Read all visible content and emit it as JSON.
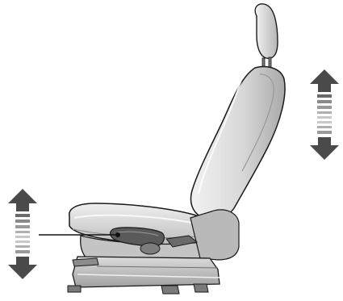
{
  "illustration": {
    "subject": "seat-height-adjustment",
    "colors": {
      "seat_light": "#e8e8e8",
      "seat_mid": "#c9c9c9",
      "seat_dark": "#8f8f8f",
      "seat_outline": "#1a1a1a",
      "arrow_dark": "#4a4a4a",
      "arrow_stripe": "#9a9a9a",
      "leader_line": "#111111"
    },
    "icons": {
      "right_arrow": "up-down-double-arrow",
      "left_arrow": "up-down-double-arrow",
      "lever": "height-adjust-lever"
    }
  }
}
